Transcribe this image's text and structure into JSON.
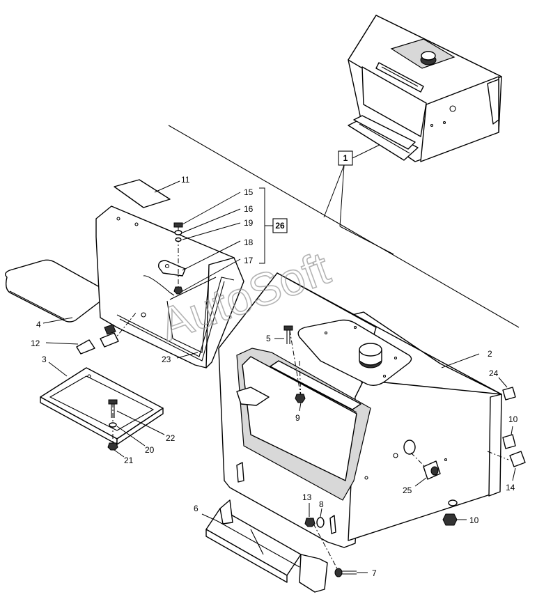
{
  "watermark": "AutoSoft",
  "boxed_callouts": {
    "assembly": "1",
    "kit": "26"
  },
  "callouts": {
    "p2": "2",
    "p3": "3",
    "p4": "4",
    "p5": "5",
    "p6": "6",
    "p7": "7",
    "p8": "8",
    "p9": "9",
    "p10a": "10",
    "p10b": "10",
    "p11": "11",
    "p12": "12",
    "p13": "13",
    "p14": "14",
    "p15": "15",
    "p16": "16",
    "p17": "17",
    "p18": "18",
    "p19": "19",
    "p20": "20",
    "p21": "21",
    "p22": "22",
    "p23": "23",
    "p24": "24",
    "p25": "25"
  }
}
